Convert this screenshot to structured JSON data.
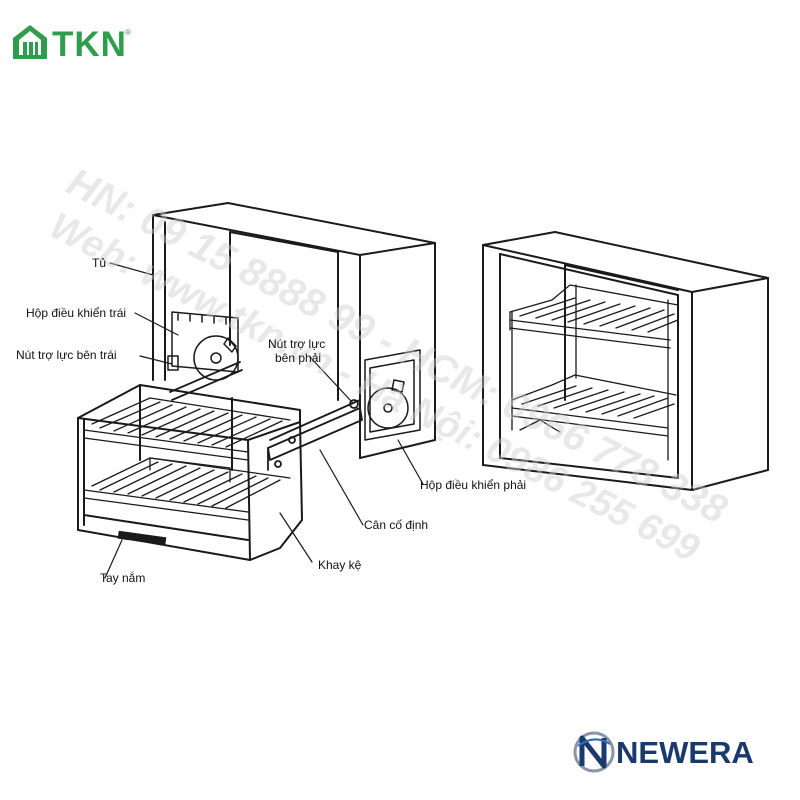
{
  "brand": {
    "name": "TKN",
    "reg": "®",
    "color": "#2f9e4c"
  },
  "watermark": {
    "line1": "HN: 09 15 8888 99 - HCM: 0966 778 338",
    "line2": "Web: www.tkn.vn - Hà Nội: 0986 255 699"
  },
  "labels": {
    "tu": "Tủ",
    "hop_dieu_khien_trai": "Hộp điều khiển trái",
    "nut_tro_luc_ben_trai": "Nút trợ lực bên trái",
    "nut_tro_luc_ben_phai_1": "Nút trợ lực",
    "nut_tro_luc_ben_phai_2": "bên phải",
    "hop_dieu_khien_phai": "Hộp điều khiển phải",
    "can_co_dinh": "Cân cố định",
    "khay_ke": "Khay kệ",
    "tay_nam": "Tay nắm"
  },
  "footer_brand": {
    "name": "NEWERA",
    "color": "#1a3a6e"
  }
}
